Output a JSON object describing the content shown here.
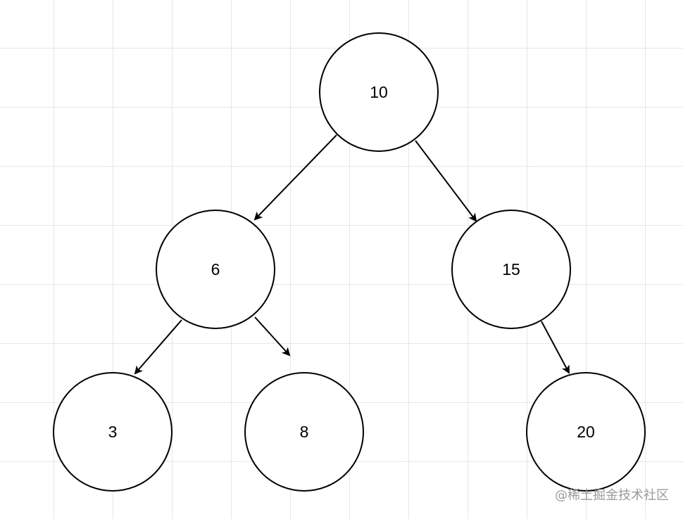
{
  "diagram": {
    "type": "binary-tree",
    "nodes": [
      {
        "id": "n10",
        "label": "10"
      },
      {
        "id": "n6",
        "label": "6"
      },
      {
        "id": "n15",
        "label": "15"
      },
      {
        "id": "n3",
        "label": "3"
      },
      {
        "id": "n8",
        "label": "8"
      },
      {
        "id": "n20",
        "label": "20"
      }
    ],
    "edges": [
      {
        "from": "n10",
        "to": "n6"
      },
      {
        "from": "n10",
        "to": "n15"
      },
      {
        "from": "n6",
        "to": "n3"
      },
      {
        "from": "n6",
        "to": "n8"
      },
      {
        "from": "n15",
        "to": "n20"
      }
    ]
  },
  "watermark": {
    "text": "@稀土掘金技术社区"
  }
}
